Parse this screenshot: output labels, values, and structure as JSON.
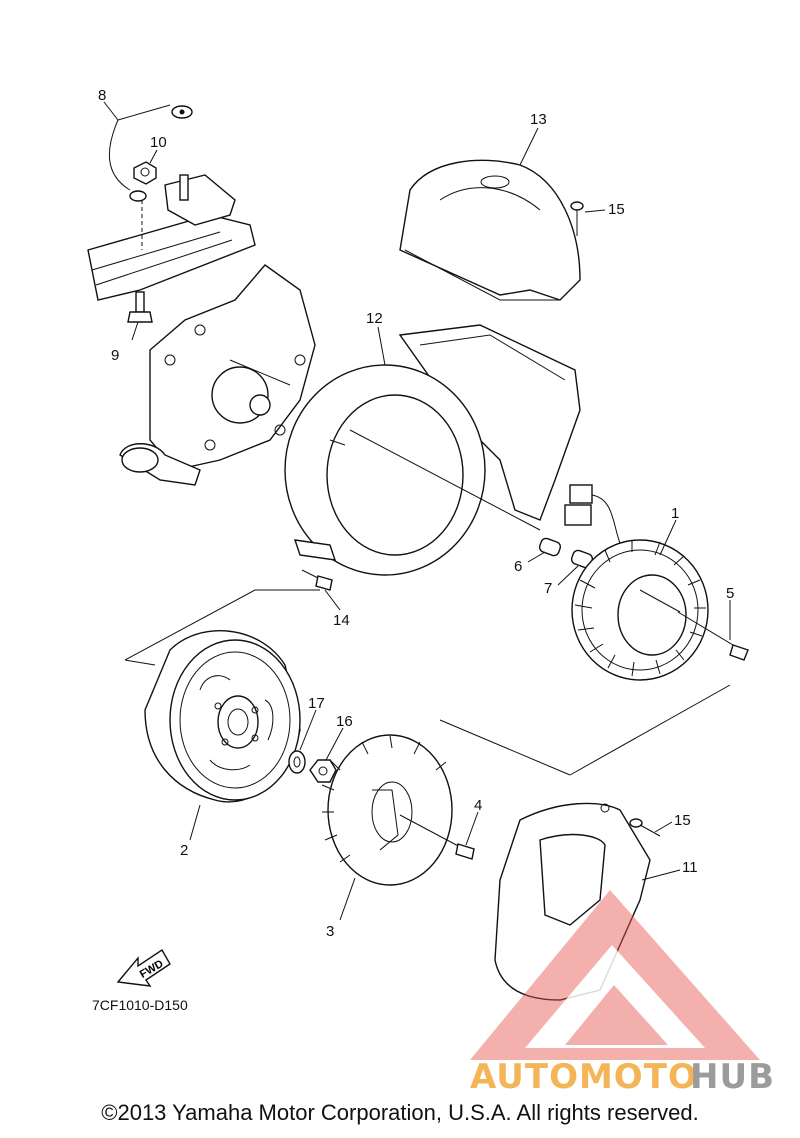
{
  "callouts": {
    "c1": "1",
    "c2": "2",
    "c3": "3",
    "c4": "4",
    "c5": "5",
    "c6": "6",
    "c7": "7",
    "c8": "8",
    "c9": "9",
    "c10": "10",
    "c11": "11",
    "c12": "12",
    "c13": "13",
    "c14": "14",
    "c15a": "15",
    "c15b": "15",
    "c16": "16",
    "c17": "17"
  },
  "fwd_label": "FWD",
  "diagram_code": "7CF1010-D150",
  "copyright": "©2013 Yamaha Motor Corporation, U.S.A. All rights reserved.",
  "watermark": {
    "part1": "AUTOMOTO",
    "part2": "HUB",
    "colors": {
      "red": "#e8554e",
      "orange": "#f3a93c",
      "gray": "#8a8a8a"
    }
  }
}
